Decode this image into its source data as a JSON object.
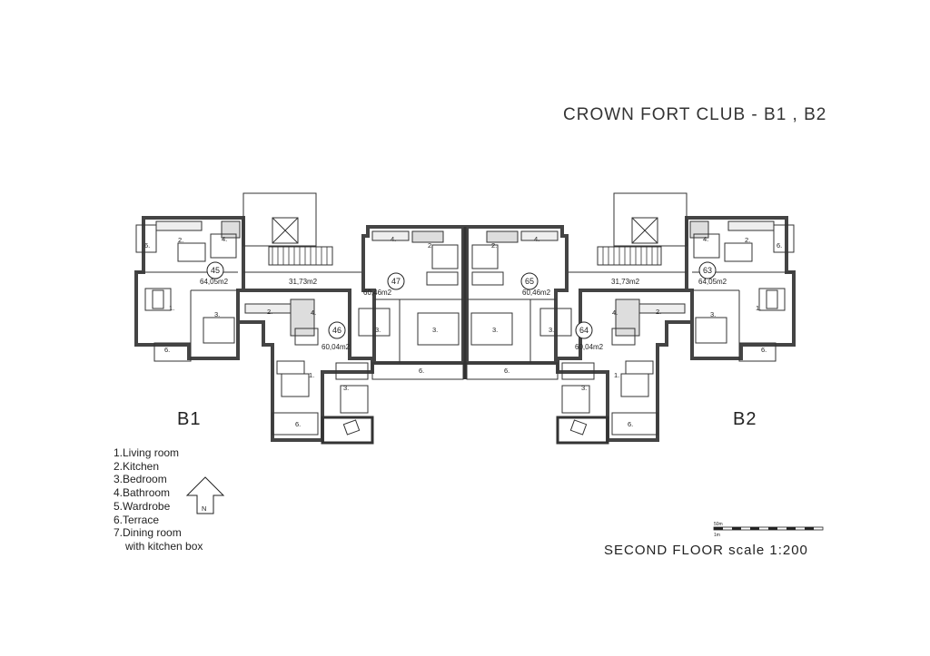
{
  "title": "CROWN FORT CLUB - B1 , B2",
  "buildings": {
    "left": "B1",
    "right": "B2"
  },
  "legend": [
    "1.Living room",
    "2.Kitchen",
    "3.Bedroom",
    "4.Bathroom",
    "5.Wardrobe",
    "6.Terrace",
    "7.Dining room",
    "with kitchen box"
  ],
  "floor_label": "SECOND FLOOR scale 1:200",
  "scale_bar": {
    "top_label": "50m",
    "bottom_label": "1m"
  },
  "units": [
    {
      "number": "45",
      "area": "64,05m2"
    },
    {
      "number": "46",
      "area": "60,04m2"
    },
    {
      "number": "47",
      "area": "60,46m2"
    },
    {
      "number": "65",
      "area": "60,46m2"
    },
    {
      "number": "64",
      "area": "60,04m2"
    },
    {
      "number": "63",
      "area": "64,05m2"
    }
  ],
  "stair_area": "31,73m2",
  "north_label": "N"
}
